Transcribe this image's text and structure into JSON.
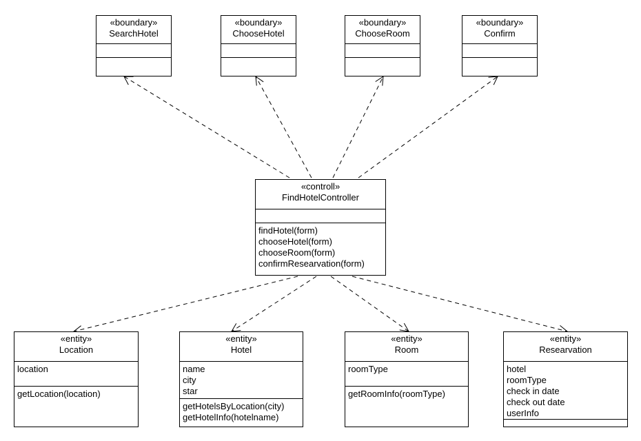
{
  "boundaries": [
    {
      "stereotype": "«boundary»",
      "name": "SearchHotel"
    },
    {
      "stereotype": "«boundary»",
      "name": "ChooseHotel"
    },
    {
      "stereotype": "«boundary»",
      "name": "ChooseRoom"
    },
    {
      "stereotype": "«boundary»",
      "name": "Confirm"
    }
  ],
  "controller": {
    "stereotype": "«controll»",
    "name": "FindHotelController",
    "operations": [
      "findHotel(form)",
      "chooseHotel(form)",
      "chooseRoom(form)",
      "confirmResearvation(form)"
    ]
  },
  "entities": [
    {
      "stereotype": "«entity»",
      "name": "Location",
      "attributes": [
        "location"
      ],
      "operations": [
        "getLocation(location)"
      ]
    },
    {
      "stereotype": "«entity»",
      "name": "Hotel",
      "attributes": [
        "name",
        "city",
        "star"
      ],
      "operations": [
        "getHotelsByLocation(city)",
        "getHotelInfo(hotelname)"
      ]
    },
    {
      "stereotype": "«entity»",
      "name": "Room",
      "attributes": [
        "roomType"
      ],
      "operations": [
        "getRoomInfo(roomType)"
      ]
    },
    {
      "stereotype": "«entity»",
      "name": "Researvation",
      "attributes": [
        "hotel",
        "roomType",
        "check in date",
        "check out date",
        "userInfo"
      ],
      "operations": []
    }
  ]
}
